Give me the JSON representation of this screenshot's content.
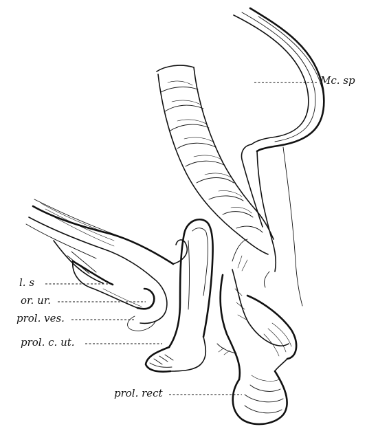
{
  "labels": {
    "mc_sp": "Mc. sp",
    "l_s": "l. s",
    "or_ur": "or. ur.",
    "prol_ves": "prol. ves.",
    "prol_c_ut": "prol. c. ut.",
    "prol_rect": "prol. rect"
  }
}
